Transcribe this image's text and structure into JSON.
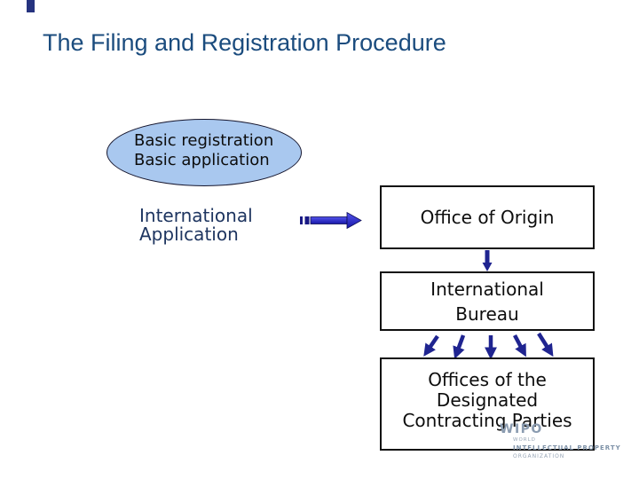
{
  "slide": {
    "title": "The Filing and Registration Procedure",
    "basic_mark": {
      "line1": "Basic registration",
      "line2": "Basic application"
    },
    "intl_application": {
      "line1": "International",
      "line2": "Application"
    },
    "office_of_origin": {
      "label": "Office of Origin"
    },
    "international_bureau": {
      "line1": "International",
      "line2": "Bureau"
    },
    "designated_offices": {
      "line1": "Offices of the",
      "line2": "Designated",
      "line3": "Contracting Parties"
    },
    "wipo_logo": {
      "acronym": "WIPO",
      "line1": "WORLD",
      "line2": "INTELLECTUAL PROPERTY",
      "line3": "ORGANIZATION"
    },
    "colors": {
      "title_text": "#1b4c7e",
      "body_navy": "#1e3560",
      "ellipse_fill": "#a9c8ef",
      "box_border": "#101010",
      "arrow_blue": "#2a2ad2",
      "arrow_navy": "#1f2490",
      "logo_gray_blue": "#8a9bb0"
    }
  }
}
